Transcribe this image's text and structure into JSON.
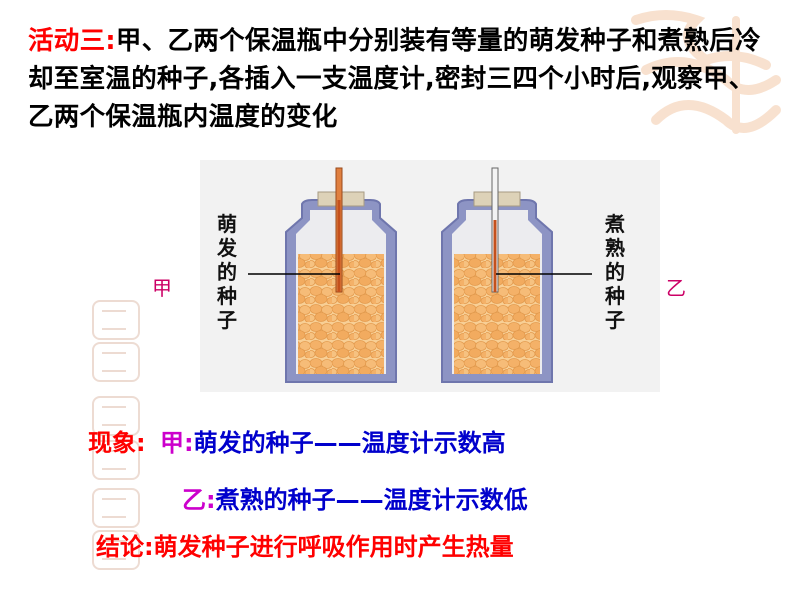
{
  "activity": {
    "label": "活动三:",
    "text": "甲、乙两个保温瓶中分别装有等量的萌发种子和煮熟后冷却至室温的种子,各插入一支温度计,密封三四个小时后,观察甲、乙两个保温瓶内温度的变化"
  },
  "figure": {
    "left_caption": [
      "萌",
      "发",
      "的",
      "种",
      "子"
    ],
    "right_caption": [
      "煮",
      "熟",
      "的",
      "种",
      "子"
    ]
  },
  "labels": {
    "jia": "甲",
    "yi": "乙"
  },
  "observation": {
    "label": "现象:",
    "jia_prefix": "甲:",
    "jia_text": "萌发的种子——温度计示数高",
    "yi_prefix": "乙:",
    "yi_text": "煮熟的种子——温度计示数低"
  },
  "conclusion": {
    "label": "结论:",
    "text": "萌发种子进行呼吸作用时产生热量"
  },
  "colors": {
    "label_red": "#ff0000",
    "jia_magenta": "#cc00cc",
    "text_blue": "#0000cc",
    "seed_orange": "#f5b36b",
    "bottle_blue": "#8d94c4"
  }
}
